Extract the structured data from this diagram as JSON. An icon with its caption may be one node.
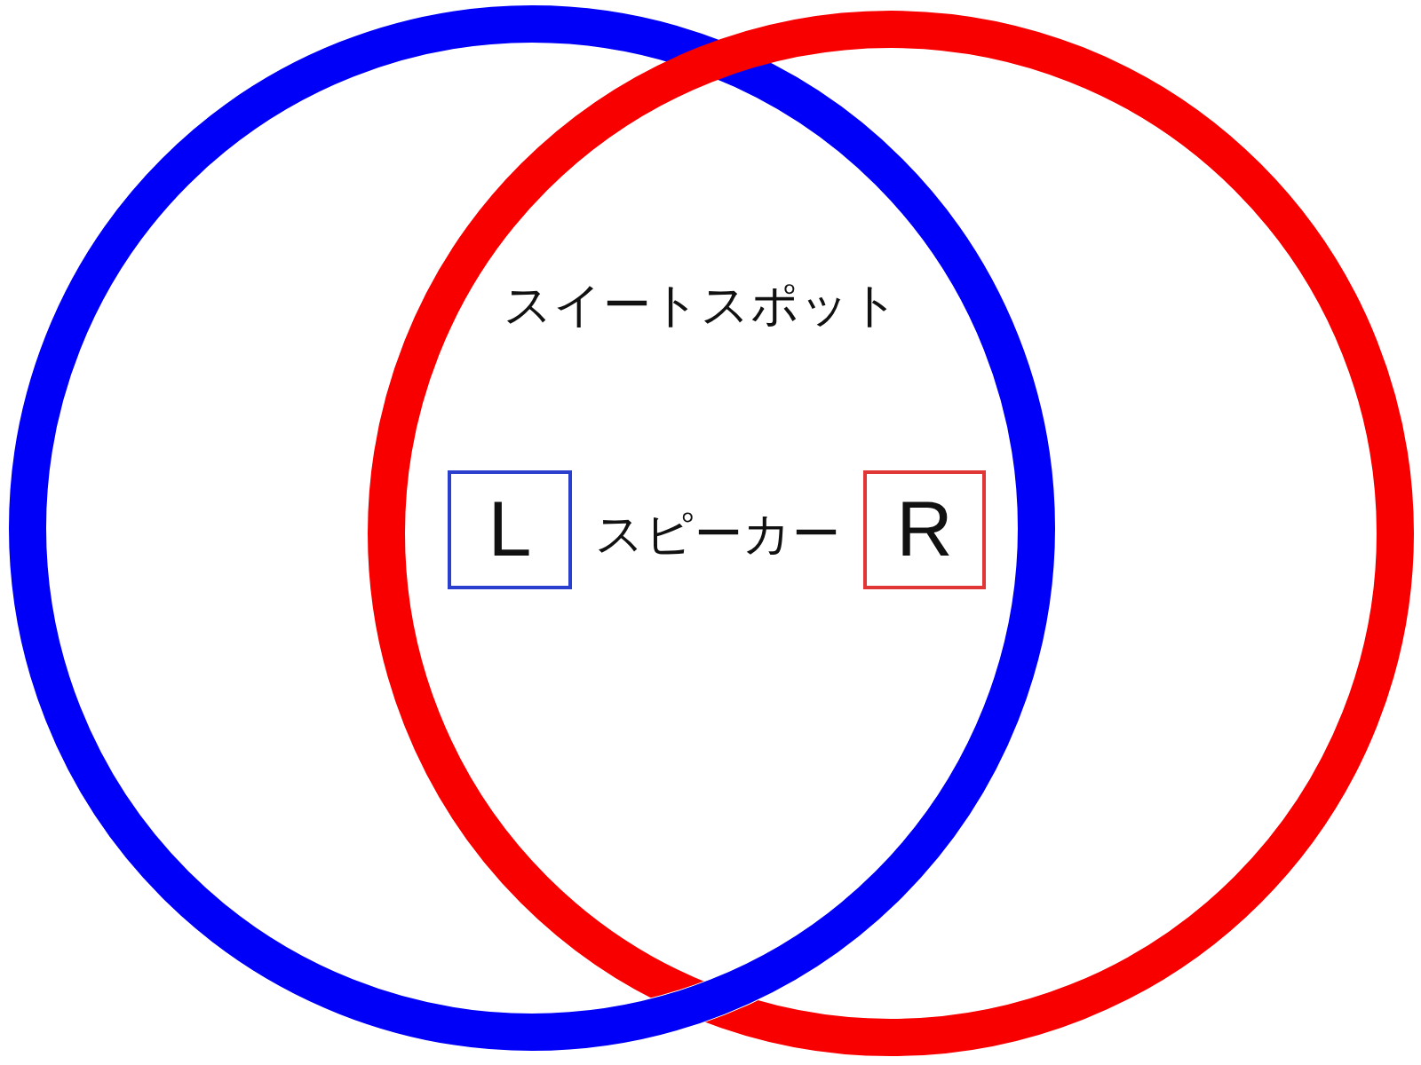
{
  "diagram": {
    "nodes": [
      {
        "text": [],
        "shape": "circle"
      },
      {
        "text": [],
        "shape": "circle"
      },
      {
        "text": [
          "L"
        ]
      },
      {
        "text": [
          "R"
        ]
      }
    ],
    "labels": [
      "スイートスポット",
      "スピーカー"
    ]
  }
}
